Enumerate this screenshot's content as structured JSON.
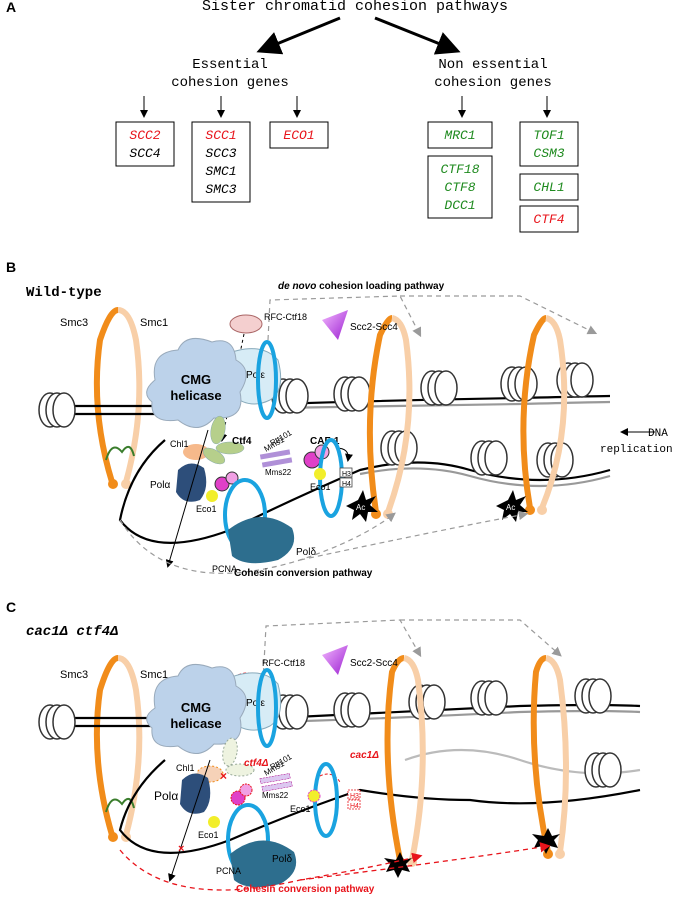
{
  "panel_a": {
    "letter": "A",
    "title": "Sister chromatid cohesion pathways",
    "essential_header": [
      "Essential",
      "cohesion genes"
    ],
    "nonessential_header": [
      "Non essential",
      "cohesion genes"
    ],
    "boxes": [
      {
        "genes": [
          {
            "name": "SCC2",
            "color": "red"
          },
          {
            "name": "SCC4",
            "color": "black"
          }
        ]
      },
      {
        "genes": [
          {
            "name": "SCC1",
            "color": "red"
          },
          {
            "name": "SCC3",
            "color": "black"
          },
          {
            "name": "SMC1",
            "color": "black"
          },
          {
            "name": "SMC3",
            "color": "black"
          }
        ]
      },
      {
        "genes": [
          {
            "name": "ECO1",
            "color": "red"
          }
        ]
      },
      {
        "genes": [
          {
            "name": "MRC1",
            "color": "green"
          }
        ]
      },
      {
        "genes": [
          {
            "name": "CTF18",
            "color": "green"
          },
          {
            "name": "CTF8",
            "color": "green"
          },
          {
            "name": "DCC1",
            "color": "green"
          }
        ]
      },
      {
        "genes": [
          {
            "name": "TOF1",
            "color": "green"
          },
          {
            "name": "CSM3",
            "color": "green"
          }
        ]
      },
      {
        "genes": [
          {
            "name": "CHL1",
            "color": "green"
          }
        ]
      },
      {
        "genes": [
          {
            "name": "CTF4",
            "color": "red"
          }
        ]
      }
    ]
  },
  "panel_b": {
    "letter": "B",
    "genotype": "Wild-type",
    "pathway_italic": "de novo",
    "pathway_rest": " cohesion loading pathway",
    "labels": {
      "smc3": "Smc3",
      "smc1": "Smc1",
      "rfc": "RFC-Ctf18",
      "scc": "Scc2-Scc4",
      "cmg1": "CMG",
      "cmg2": "helicase",
      "pole": "Polε",
      "chl1": "Chl1",
      "ctf4": "Ctf4",
      "rtt": "Rtt101",
      "mms1": "Mms1",
      "mms22": "Mms22",
      "caf": "CAF-1",
      "pola": "Polα",
      "eco1a": "Eco1",
      "eco1b": "Eco1",
      "h3": "H3",
      "h4": "H4",
      "pcna": "PCNA",
      "pold": "Polδ",
      "dna1": "DNA",
      "dna2": "replication",
      "ac": "Ac"
    },
    "conversion": "Cohesin conversion pathway"
  },
  "panel_c": {
    "letter": "C",
    "genotype": "cac1Δ ctf4Δ",
    "labels": {
      "smc3": "Smc3",
      "smc1": "Smc1",
      "rfc": "RFC-Ctf18",
      "scc": "Scc2-Scc4",
      "cmg1": "CMG",
      "cmg2": "helicase",
      "pole": "Polε",
      "chl1": "Chl1",
      "ctf4d": "ctf4Δ",
      "rtt": "Rtt101",
      "mms1": "Mms1",
      "mms22": "Mms22",
      "cac1d": "cac1Δ",
      "pola": "Polα",
      "eco1a": "Eco1",
      "eco1b": "Eco1",
      "h3": "H3",
      "h4": "H4",
      "pcna": "PCNA",
      "pold": "Polδ"
    },
    "conversion": "Cohesin conversion pathway"
  },
  "colors": {
    "red": "#e8141b",
    "green": "#1e8a1e",
    "orange": "#f18c1a",
    "peach": "#f8cfa8",
    "cyan": "#1aa3e0",
    "navy": "#2d4e7a"
  }
}
